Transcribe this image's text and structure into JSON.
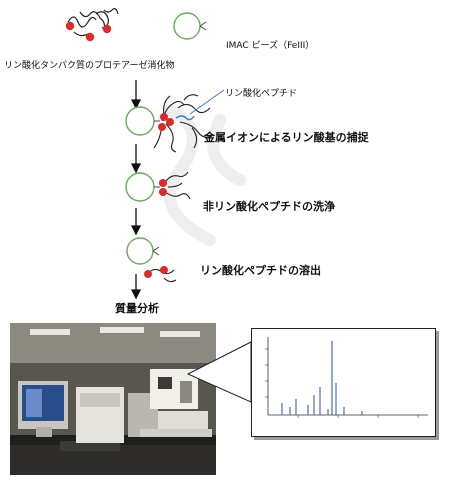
{
  "labels": {
    "digest": "リン酸化タンパク質のプロテアーゼ消化物",
    "beads": "IMAC ビーズ（FeIII）",
    "phosphopeptide": "リン酸化ペプチド",
    "step_capture": "金属イオンによるリン酸基の捕捉",
    "step_wash": "非リン酸化ペプチドの洗浄",
    "step_elute": "リン酸化ペプチドの溶出",
    "step_ms": "質量分析"
  },
  "colors": {
    "phosphate": "#d92c2c",
    "bead_outline": "#6aa95a",
    "link": "#3b7ac9"
  },
  "icons": {
    "arrow": "down-arrow-icon",
    "bead": "imac-bead-icon",
    "photo": "mass-spectrometer-photo",
    "spectrum": "mass-spectrum-inset"
  }
}
